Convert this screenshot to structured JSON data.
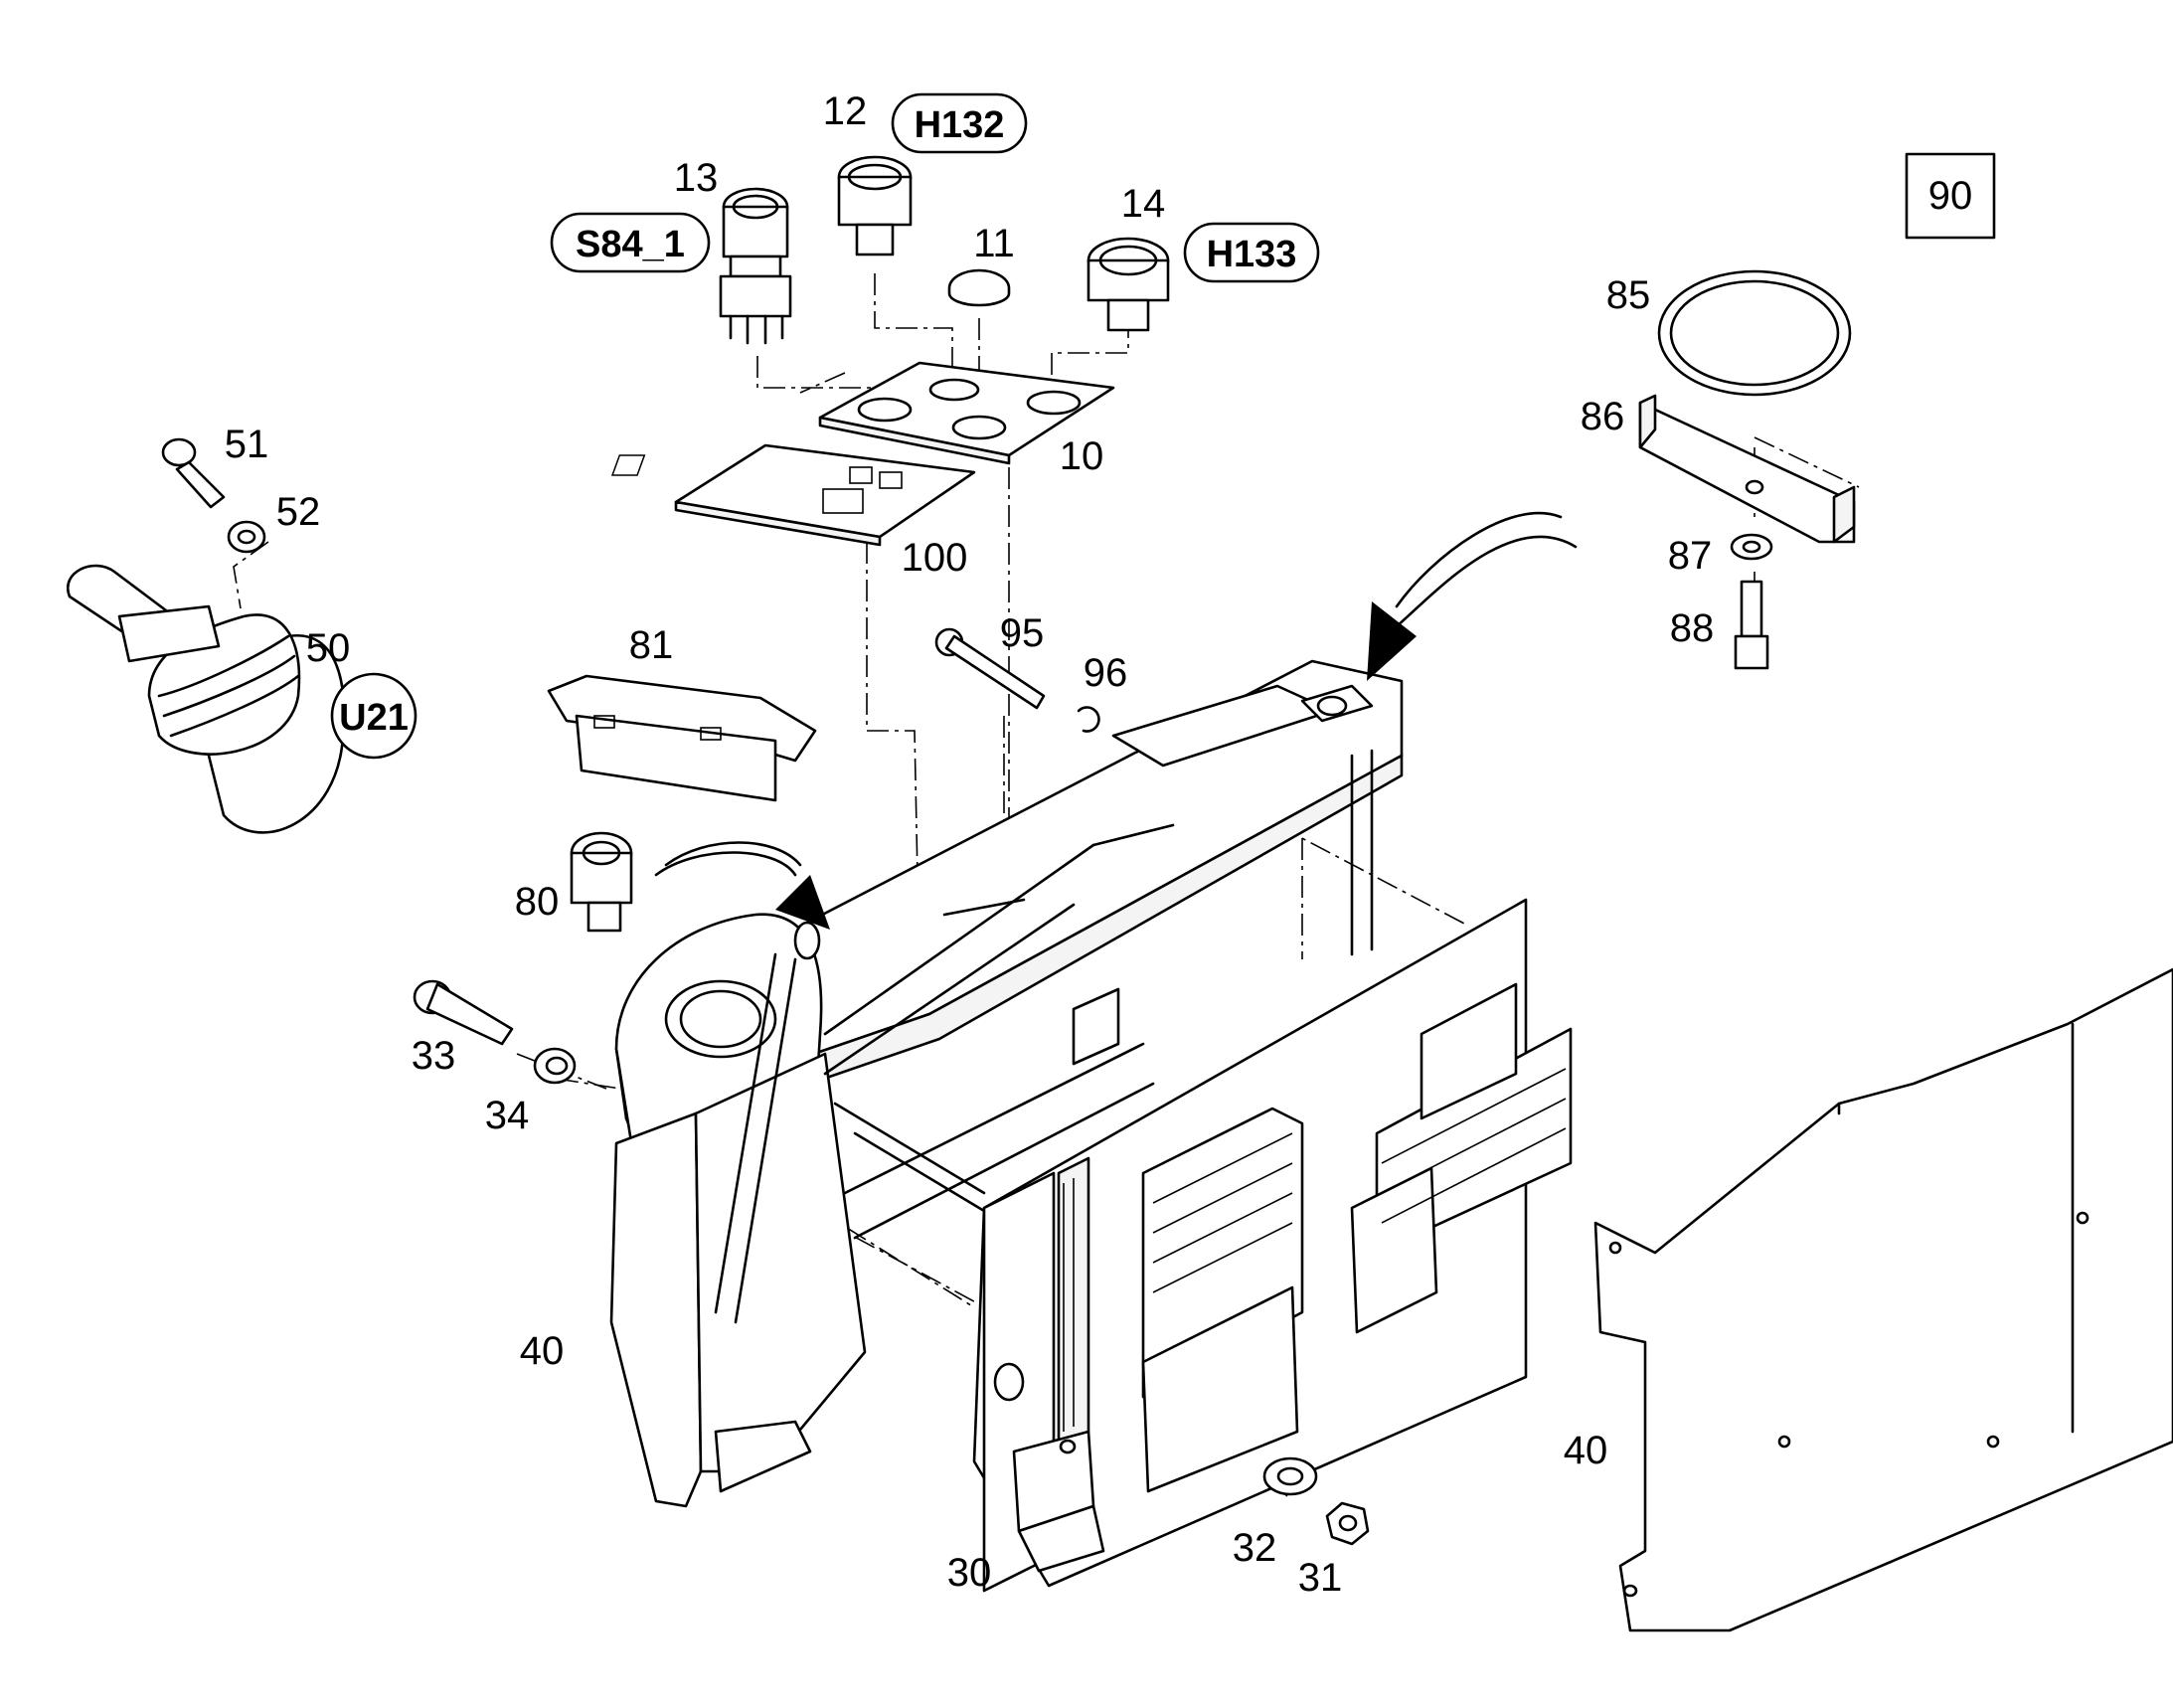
{
  "reference_box": "90",
  "callouts": {
    "c10": "10",
    "c11": "11",
    "c12": "12",
    "c13": "13",
    "c14": "14",
    "c30": "30",
    "c31": "31",
    "c32": "32",
    "c33": "33",
    "c34": "34",
    "c40a": "40",
    "c40b": "40",
    "c50": "50",
    "c51": "51",
    "c52": "52",
    "c80": "80",
    "c81": "81",
    "c85": "85",
    "c86": "86",
    "c87": "87",
    "c88": "88",
    "c95": "95",
    "c96": "96",
    "c100": "100"
  },
  "tags": {
    "h132": "H132",
    "h133": "H133",
    "s84": "S84_1",
    "u21": "U21"
  }
}
